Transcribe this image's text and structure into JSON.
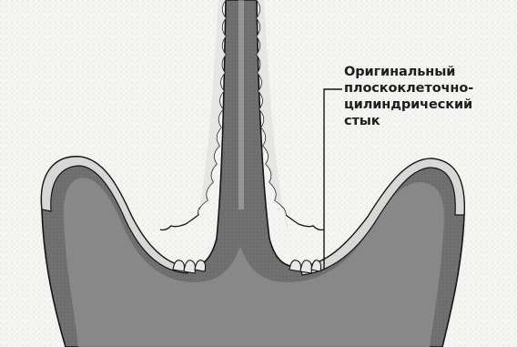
{
  "figure": {
    "annotation": {
      "lines": [
        "Оригинальный",
        "плоскоклеточно-",
        "цилиндрический",
        "стык"
      ]
    },
    "colors": {
      "background": "#f5f5f3",
      "tissue_dark": "#6b6b6b",
      "tissue_mid": "#8f8f8f",
      "epithelium": "#e2e2e0",
      "outline": "#151515",
      "text": "#1e1e1e"
    }
  }
}
